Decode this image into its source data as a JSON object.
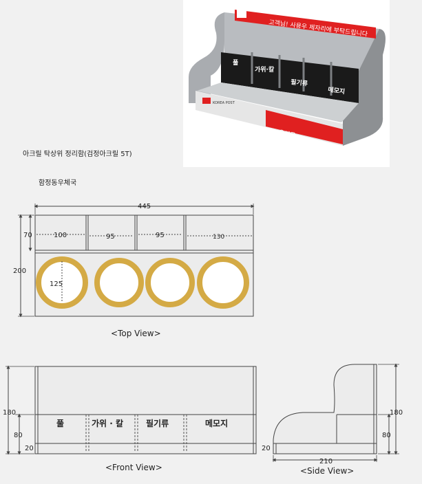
{
  "product_title": "아크릴 탁상위 정리함(검정아크릴 5T)",
  "location": "함정동우체국",
  "photo": {
    "banner_text": "고객님! 사용우 제자리에 부탁드립니다",
    "logo_text": "KOREA POST",
    "footer_text": "우체국",
    "compartment_labels": [
      "풀",
      "가위·칼",
      "필기류",
      "메모지"
    ]
  },
  "top_view": {
    "caption": "<Top View>",
    "overall_width": "445",
    "overall_depth": "200",
    "back_depth": "70",
    "compartment_widths": [
      "100",
      "95",
      "95",
      "130"
    ],
    "hole_diameter": "125",
    "ring_color": "#d4aa45"
  },
  "front_view": {
    "caption": "<Front View>",
    "height_back": "180",
    "height_front": "80",
    "base_height": "20",
    "compartment_labels": [
      "풀",
      "가위 · 칼",
      "필기류",
      "메모지"
    ]
  },
  "side_view": {
    "caption": "<Side View>",
    "depth": "210",
    "height_back": "180",
    "height_front": "80",
    "base_height": "20"
  }
}
